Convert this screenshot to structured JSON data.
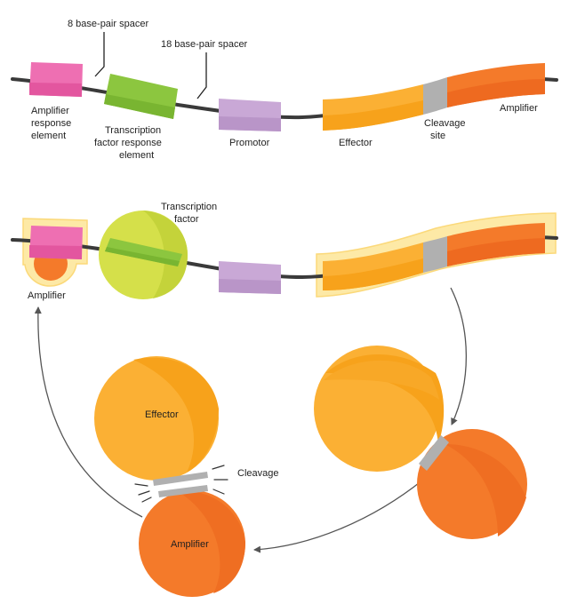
{
  "labels": {
    "spacer8": "8 base-pair spacer",
    "spacer18": "18 base-pair spacer",
    "amp_response": [
      "Amplifier",
      "response",
      "element"
    ],
    "tf_response": [
      "Transcription",
      "factor response",
      "element"
    ],
    "promotor": "Promotor",
    "effector_top": "Effector",
    "cleavage_site": [
      "Cleavage",
      "site"
    ],
    "amplifier_top": "Amplifier",
    "transcription_factor": [
      "Transcription",
      "factor"
    ],
    "amplifier_bound": "Amplifier",
    "effector_ball": "Effector",
    "cleavage": "Cleavage",
    "amplifier_ball": "Amplifier"
  },
  "colors": {
    "dna": "#3a3a3a",
    "pink": "#ee6fb2",
    "green": "#8cc63f",
    "lavender": "#c9a8d6",
    "effector": "#fbb034",
    "amplifier": "#f47a2a",
    "linker": "#b0b0b0",
    "tf_ball": "#d5e04a",
    "glow": "#fde9a6",
    "arrow": "#555555"
  }
}
